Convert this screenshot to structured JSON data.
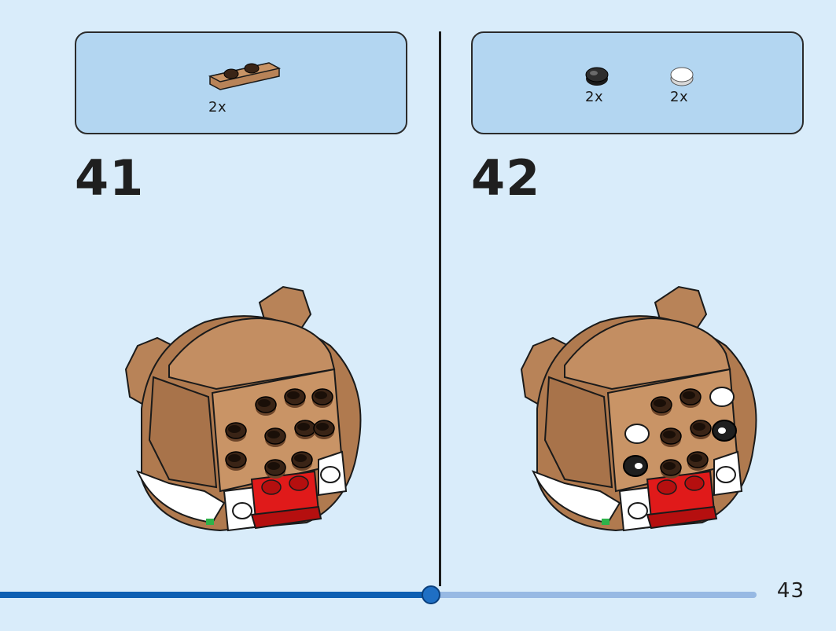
{
  "steps": [
    {
      "number": "41",
      "parts": [
        {
          "name": "tan 1x2 plate with studs",
          "quantity": "2x"
        }
      ]
    },
    {
      "number": "42",
      "parts": [
        {
          "name": "black round tile",
          "quantity": "2x"
        },
        {
          "name": "white round tile",
          "quantity": "2x"
        }
      ]
    }
  ],
  "page": {
    "number": "43",
    "progress_fraction": 0.57
  },
  "colors": {
    "background": "#d9ecfa",
    "parts_box": "#b3d6f1",
    "brick_tan": "#b88358",
    "brick_red": "#e01a1a",
    "progress": "#0d5fb2"
  }
}
